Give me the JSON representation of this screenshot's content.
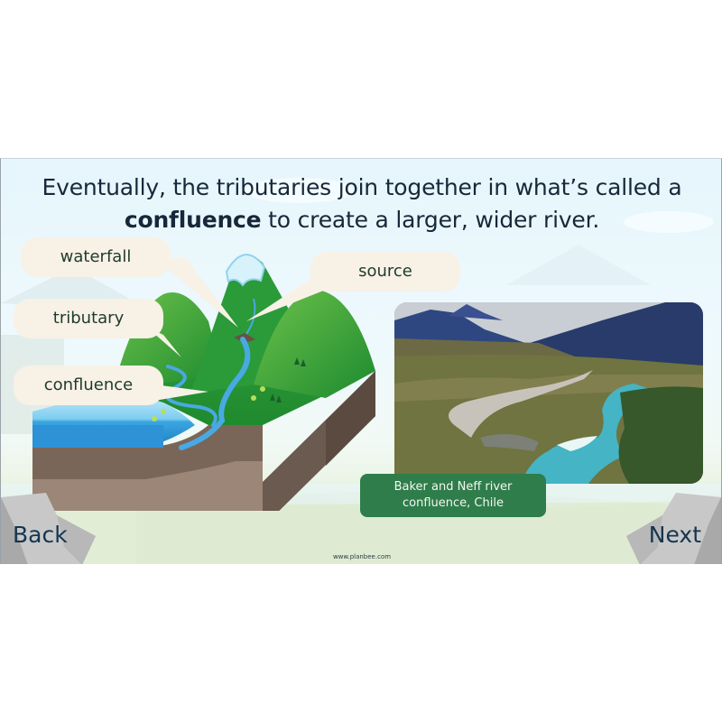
{
  "slide": {
    "headline": {
      "part1": "Eventually, the tributaries join together in what’s called a",
      "bold": "confluence",
      "part2": " to create a larger, wider river."
    },
    "diagram": {
      "labels": [
        {
          "id": "waterfall",
          "text": "waterfall"
        },
        {
          "id": "source",
          "text": "source"
        },
        {
          "id": "tributary",
          "text": "tributary"
        },
        {
          "id": "confluence",
          "text": "confluence"
        }
      ]
    },
    "photo": {
      "subject": "Aerial view of two rivers meeting among mountains",
      "caption_line1": "Baker and Neff river",
      "caption_line2": "confluence, Chile"
    },
    "navigation": {
      "back_label": "Back",
      "next_label": "Next"
    },
    "footer": {
      "website": "www.planbee.com"
    }
  },
  "colors": {
    "headline_text": "#17283a",
    "bubble_bg": "#f8f1e6",
    "bubble_text": "#1d3b2c",
    "caption_bg": "#2f7d4a",
    "nav_text": "#15354f",
    "rock": "#c4c4c4"
  }
}
